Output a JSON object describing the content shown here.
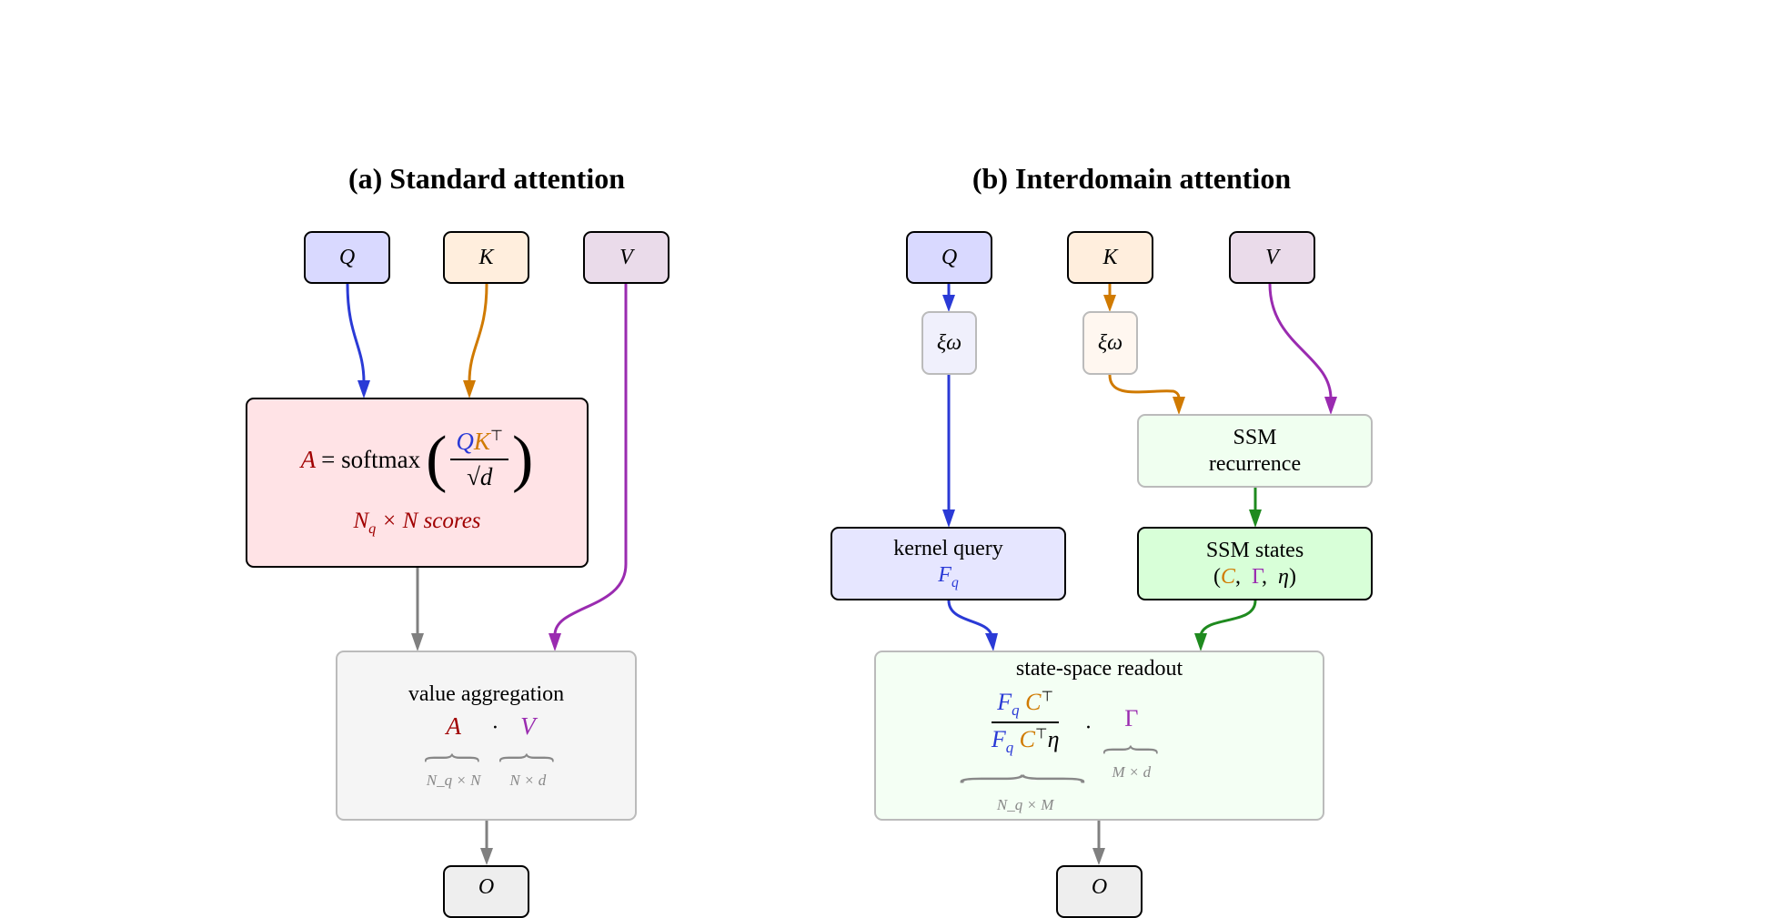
{
  "panel_a": {
    "title": "(a) Standard attention",
    "inputs": {
      "q": "Q",
      "k": "K",
      "v": "V"
    },
    "scores": {
      "lhs": "A",
      "eq": "= softmax",
      "num_q": "Q",
      "num_k": "K",
      "num_t": "⊤",
      "den": "√d",
      "caption_n": "N",
      "caption_q": "q",
      "caption_rest": "× N scores"
    },
    "aggregation": {
      "label": "value aggregation",
      "a": "A",
      "dot": "·",
      "v": "V",
      "dim_a": "N_q × N",
      "dim_v": "N × d"
    },
    "output": "O"
  },
  "panel_b": {
    "title": "(b) Interdomain attention",
    "inputs": {
      "q": "Q",
      "k": "K",
      "v": "V"
    },
    "feature_map_q": "ξω",
    "feature_map_k": "ξω",
    "ssm_recurrence": {
      "line1": "SSM",
      "line2": "recurrence"
    },
    "kernel_query": {
      "label": "kernel query",
      "symbol": "F",
      "sub": "q"
    },
    "ssm_states": {
      "label": "SSM states",
      "c": "C",
      "gamma": "Γ",
      "eta": "η"
    },
    "readout": {
      "label": "state-space readout",
      "f": "F",
      "sub": "q",
      "c": "C",
      "t": "⊤",
      "eta": "η",
      "dot": "·",
      "gamma": "Γ",
      "dim_frac": "N_q × M",
      "dim_gamma": "M × d"
    },
    "output": "O"
  },
  "colors": {
    "query": "#2a3ad6",
    "key": "#d07a00",
    "value": "#9a2bb0",
    "ssm": "#1f8a1f",
    "neutral": "#808080",
    "scores": "#a00000"
  }
}
